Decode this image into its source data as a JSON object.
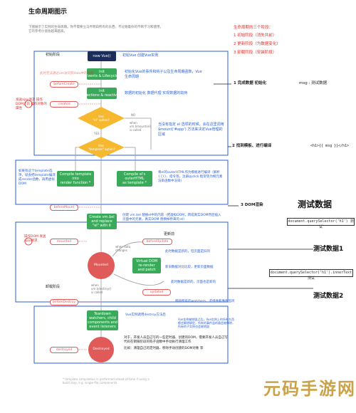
{
  "title": "生命周期图示",
  "intro": "下图展示了实例的生命周期。你不需要立马弄明白所有的东西，不过随着你的不断学习和使用，它的参考价值会越来越高。",
  "stages_box": {
    "header": "生命周期的三个阶段：",
    "items": [
      "1 初始阶段（消失共前）",
      "2 更新阶段（为数据变化）",
      "3 卸载阶段（安装阶段）"
    ]
  },
  "phase_labels": {
    "init": "初始阶段",
    "destroy": "卸载阶段"
  },
  "nodes": {
    "new_vue": "new Vue()",
    "init_events": "Init\nEvents & Lifecycle",
    "init_injections": "Init\nInjections & reactivity",
    "has_el": "Has\n\"el\" option?",
    "has_template": "Has\n\"template\" option?",
    "compile_render": "Compile template\ninto\nrender function *",
    "compile_el": "Compile el's\nouterHTML\nas template *",
    "create_el": "Create vm.$el\nand replace\n\"el\" with it",
    "mounted": "Mounted",
    "vdom": "Virtual DOM\nre-render\nand patch",
    "teardown": "Teardown\nwatchers, child\ncomponents and\nevent listeners",
    "destroyed": "Destroyed"
  },
  "hooks": [
    "beforeCreate",
    "created",
    "beforeMount",
    "mounted",
    "beforeUpdate",
    "updated",
    "beforeDestroy",
    "destroyed"
  ],
  "decision": {
    "no": "NO",
    "yes": "YES",
    "when_mount": "when\nvm.$mount(el)\nis called",
    "when_destroy": "when\nvm.$destroy()\nis called",
    "when_data": "when data\nchanges"
  },
  "notes": {
    "new_vue": "初始Vue 创建Vue实例",
    "init_events": "初始化Vue的事件和钩子以及生命周期函数，Vue生命周期",
    "init_injections": "数据的初始化 数据代理 实现数据的劫持",
    "before_create_red": "此时无法通过vm访问到data中的数据",
    "created_red": "发送ajax请求 操作DOM之前 操作对象的属性",
    "has_el": "当没有指定 el 选项的时候，会在这里调用 $mount('#app') 方法来决定Vue管理的区域",
    "compile_left": "如果有这个template选项，就会把template编译成render函数，再用虚拟DOM",
    "compile_right": "将el的outerHTML作为模板进行编译（解析 {{}}、指令等，注册@click 框架等为根元素 渲染函数中渲染）",
    "create_el": "创建 vm.$el 替换el中的内容（把虚拟DOM，转成真实DOM然后插入页面中的元素，真实DOM 替换掉原来的 el）",
    "mounted_red": "操作DOM 发送ajax请求",
    "before_update": "更新前",
    "update_note": "此时数据是新的，但页面是旧的",
    "vdom_note": "新旧数据对比比较，更新页面数据",
    "updated_note": "此时数据是新的，页面也是新的",
    "destroy_note": "移除所有的watchers、子组件和事件监听",
    "destroy_blue": "Vue实例调用destroy方法后",
    "destroy_hint": "Vue实例被销毁之后，Vue实例上的所有东西都会解除绑定，所有的事件监听器会被移除，所有的子实例也会被销毁",
    "bottom_black": "对于，开发人员自己写的一些定时器、创建的DOM，需要开发人员自己写代码在销毁阶段的钩子函数中手动执行清理工作",
    "bottom_black2": "比如：清理自己的定时器、移除手动创建的DOM对象 等",
    "footnote": "* template compilation is performed ahead-of-time if using a build step, e.g. single-file components"
  },
  "right_annotations": {
    "a1_label": "1 完成数据 初始化",
    "a1_code": "msg : 测试数据",
    "a2_label": "2 找到模板、进行编译",
    "a2_code": "<h1>{{ msg }}</h1>",
    "a3_label": "3 DOM渲染",
    "a3_big": "测试数据",
    "a3_code": "document.querySelector('h1') 测试",
    "a4_big": "测试数据1",
    "a4_code": "document.querySelector('h1').innerText 测试",
    "a5_big": "测试数据2"
  },
  "watermark": "元码手游网"
}
